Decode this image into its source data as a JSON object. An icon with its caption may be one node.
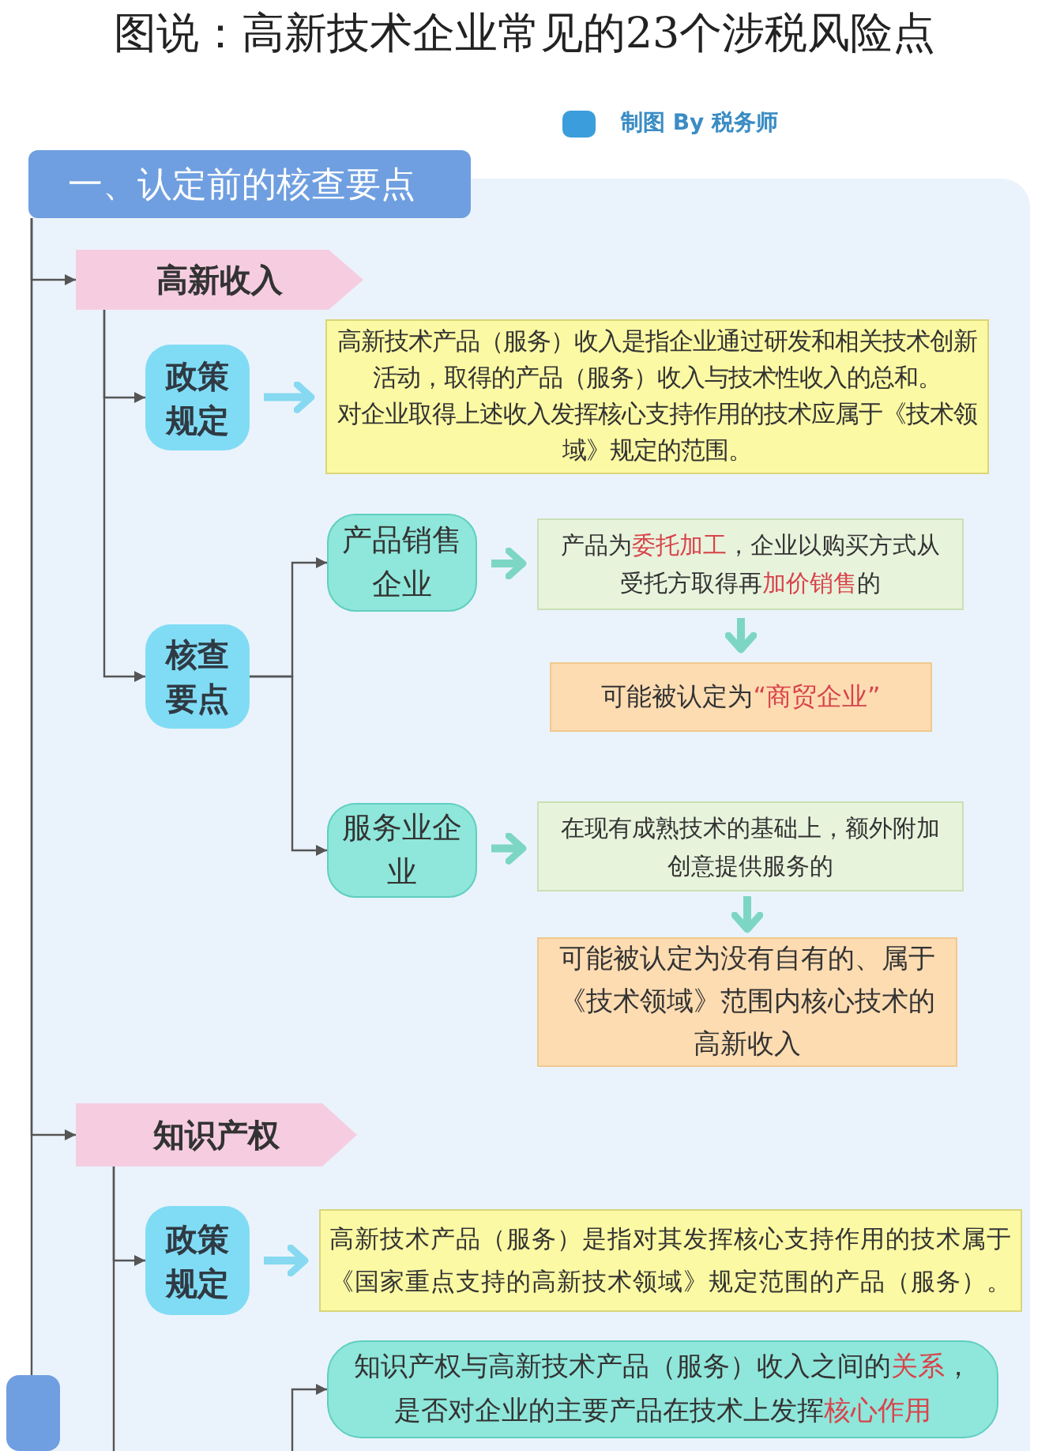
{
  "diagram": {
    "title": "图说：高新技术企业常见的23个涉税风险点",
    "nodes": [
      {
        "text": [
          "一、认定前的核查要点"
        ]
      },
      {
        "text": [
          "高新收入"
        ]
      },
      {
        "text": [
          "政策规定"
        ]
      },
      {
        "text": [
          "高新技术产品（服务）收入是指企业通过研发和相关技术创新活动，取得的产品（服务）收入与技术性收入的总和。",
          "对企业取得上述收入发挥核心支持作用的技术应属于《技术领域》规定的范围。"
        ]
      },
      {
        "text": [
          "核查要点"
        ]
      },
      {
        "text": [
          "产品销售企业"
        ]
      },
      {
        "text": [
          "产品为**委托加工**，企业以购买方式从受托方取得再**加价销售**的"
        ]
      },
      {
        "text": [
          "可能被认定为**“商贸企业”**"
        ]
      },
      {
        "text": [
          "服务业企业"
        ]
      },
      {
        "text": [
          "在现有成熟技术的基础上，额外附加创意提供服务的"
        ]
      },
      {
        "text": [
          "可能被认定为没有自有的、属于《技术领域》范围内核心技术的高新收入"
        ]
      },
      {
        "text": [
          "知识产权"
        ]
      },
      {
        "text": [
          "政策规定"
        ]
      },
      {
        "text": [
          "高新技术产品（服务）是指对其发挥核心支持作用的技术属于《国家重点支持的高新技术领域》规定范围的产品（服务）。"
        ]
      },
      {
        "text": [
          "知识产权与高新技术产品（服务）收入之间的**关系**，是否对企业的主要产品在技术上发挥**核心作用**"
        ]
      },
      {
        "text": [],
        "shape": "box"
      }
    ],
    "edges": [
      {
        "from": 0,
        "to": 1,
        "arrow": "to"
      },
      {
        "from": 0,
        "to": 11,
        "arrow": "to"
      },
      {
        "from": 0,
        "to": 15,
        "arrow": "none"
      },
      {
        "from": 1,
        "to": 2,
        "arrow": "to"
      },
      {
        "from": 1,
        "to": 4,
        "arrow": "to"
      },
      {
        "from": 2,
        "to": 3,
        "arrow": "to",
        "style": "thick",
        "color": "#86d9f0"
      },
      {
        "from": 4,
        "to": 5,
        "arrow": "to"
      },
      {
        "from": 4,
        "to": 8,
        "arrow": "to"
      },
      {
        "from": 5,
        "to": 6,
        "arrow": "to",
        "style": "thick",
        "color": "#7dd6c4"
      },
      {
        "from": 6,
        "to": 7,
        "arrow": "to",
        "style": "thick",
        "color": "#7dd6c4"
      },
      {
        "from": 8,
        "to": 9,
        "arrow": "to",
        "style": "thick",
        "color": "#7dd6c4"
      },
      {
        "from": 9,
        "to": 10,
        "arrow": "to",
        "style": "thick",
        "color": "#7dd6c4"
      },
      {
        "from": 11,
        "to": 12,
        "arrow": "to"
      },
      {
        "from": 11,
        "to": null,
        "arrow": "none"
      },
      {
        "from": 12,
        "to": 13,
        "arrow": "to",
        "style": "thick",
        "color": "#86d9f0"
      },
      {
        "from": null,
        "to": 14,
        "arrow": "to"
      }
    ],
    "labels": [
      "制图 By 税务师"
    ]
  }
}
